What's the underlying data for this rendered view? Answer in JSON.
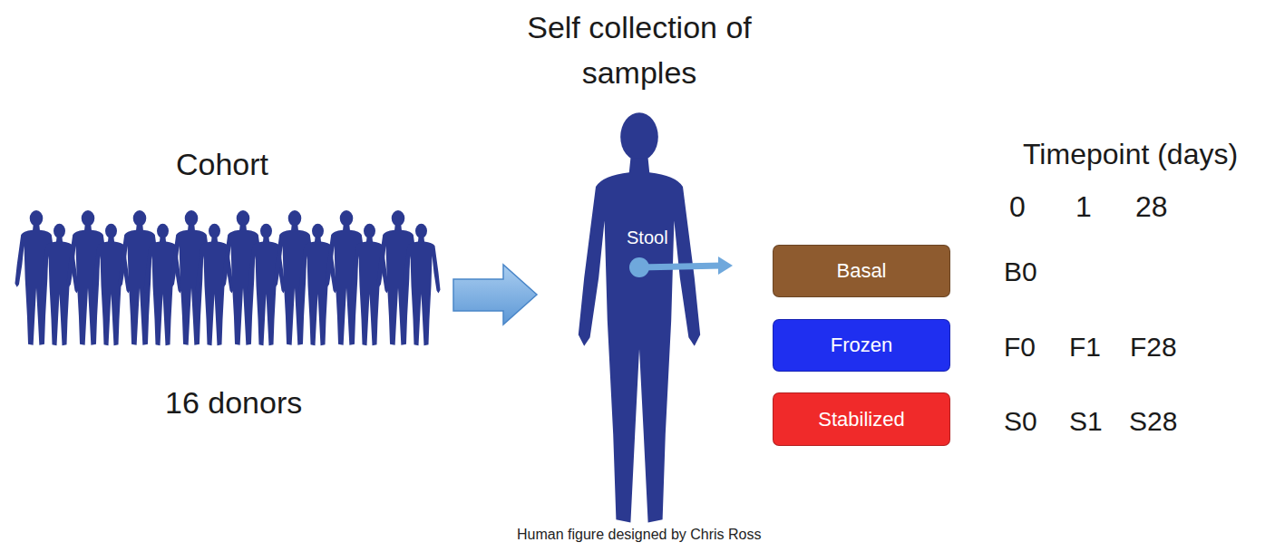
{
  "diagram": {
    "title": "Self collection of samples",
    "caption": "Human figure designed by Chris Ross",
    "nodes": [
      {
        "text": [
          "Basal"
        ]
      },
      {
        "text": [
          "Frozen"
        ]
      },
      {
        "text": [
          "Stabilized"
        ]
      }
    ],
    "labels": [
      "Cohort",
      "16 donors",
      "Stool",
      "Timepoint (days)",
      "0",
      "1",
      "28",
      "B0",
      "F0",
      "F1",
      "F28",
      "S0",
      "S1",
      "S28"
    ]
  }
}
